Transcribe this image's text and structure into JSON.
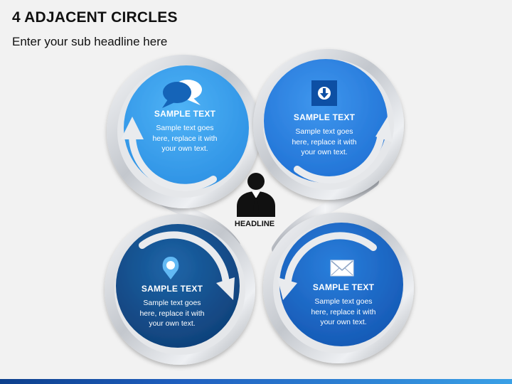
{
  "header": {
    "title": "4 ADJACENT CIRCLES",
    "subtitle": "Enter your sub headline here"
  },
  "center": {
    "label": "HEADLINE",
    "icon": "businessman-icon"
  },
  "circles": [
    {
      "position": "top-left",
      "heading": "SAMPLE TEXT",
      "body": [
        "Sample text goes",
        "here, replace it with",
        "your own text."
      ],
      "icon": "speech-bubbles-icon",
      "color": "#3aa2f0"
    },
    {
      "position": "top-right",
      "heading": "SAMPLE TEXT",
      "body": [
        "Sample text goes",
        "here, replace it with",
        "your own text."
      ],
      "icon": "download-icon",
      "color": "#2f86e6"
    },
    {
      "position": "bottom-left",
      "heading": "SAMPLE TEXT",
      "body": [
        "Sample text goes",
        "here, replace it with",
        "your own text."
      ],
      "icon": "location-pin-icon",
      "color": "#14528f"
    },
    {
      "position": "bottom-right",
      "heading": "SAMPLE TEXT",
      "body": [
        "Sample text goes",
        "here, replace it with",
        "your own text."
      ],
      "icon": "envelope-icon",
      "color": "#1d6fcf"
    }
  ],
  "colors": {
    "ring": "#c9ccd1",
    "footer_dark": "#0d3f8c",
    "footer_light": "#3aa0e6"
  }
}
